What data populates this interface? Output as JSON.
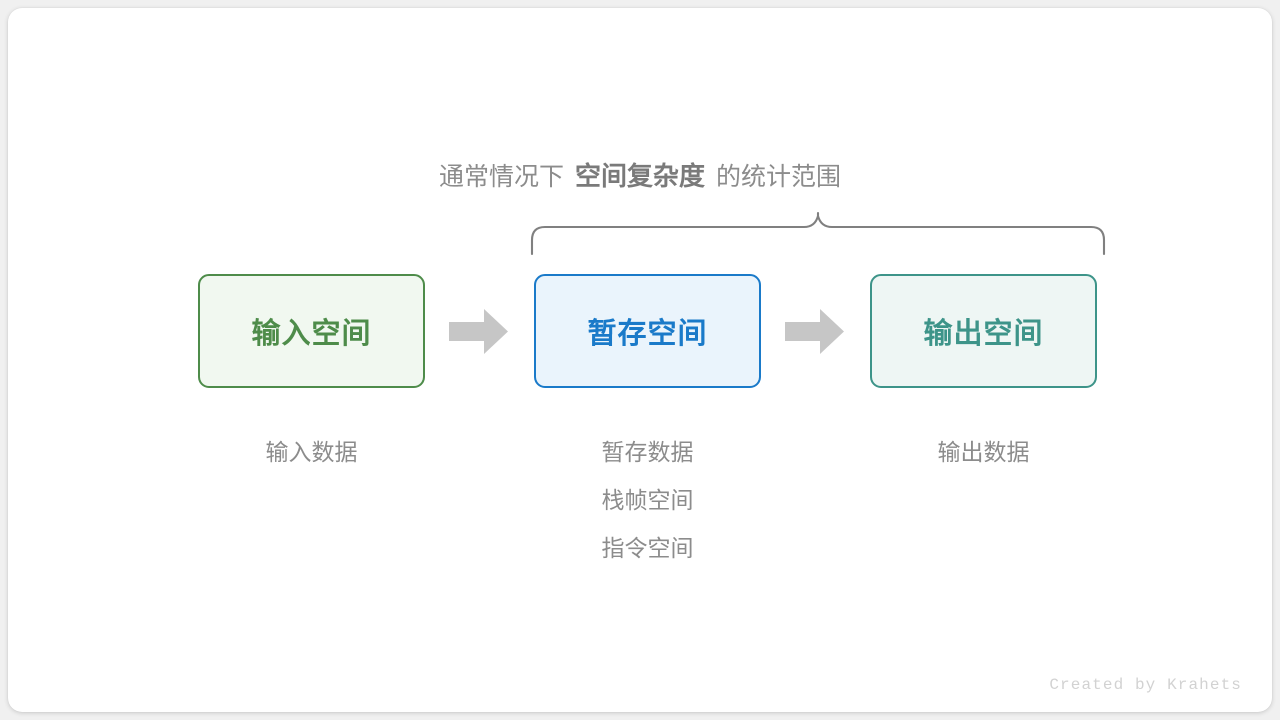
{
  "canvas": {
    "background": "#ffffff",
    "page_background": "#f0f0f0"
  },
  "caption": {
    "prefix": "通常情况下",
    "highlight": "空间复杂度",
    "suffix": "的统计范围",
    "color": "#8c8c8c"
  },
  "brace": {
    "color": "#808080",
    "spans": [
      "暂存空间",
      "输出空间"
    ]
  },
  "stages": [
    {
      "id": "input",
      "title": "输入空间",
      "accent": "#4e8c4a",
      "fill": "#f1f8f0",
      "descriptions": [
        "输入数据"
      ]
    },
    {
      "id": "temp",
      "title": "暂存空间",
      "accent": "#1a7ac9",
      "fill": "#eaf4fc",
      "descriptions": [
        "暂存数据",
        "栈帧空间",
        "指令空间"
      ]
    },
    {
      "id": "output",
      "title": "输出空间",
      "accent": "#3d9489",
      "fill": "#eef6f4",
      "descriptions": [
        "输出数据"
      ]
    }
  ],
  "arrows": {
    "color": "#c6c6c6",
    "count": 2,
    "direction": "right"
  },
  "credit": {
    "text": "Created by Krahets",
    "color": "#d2d2d2"
  }
}
